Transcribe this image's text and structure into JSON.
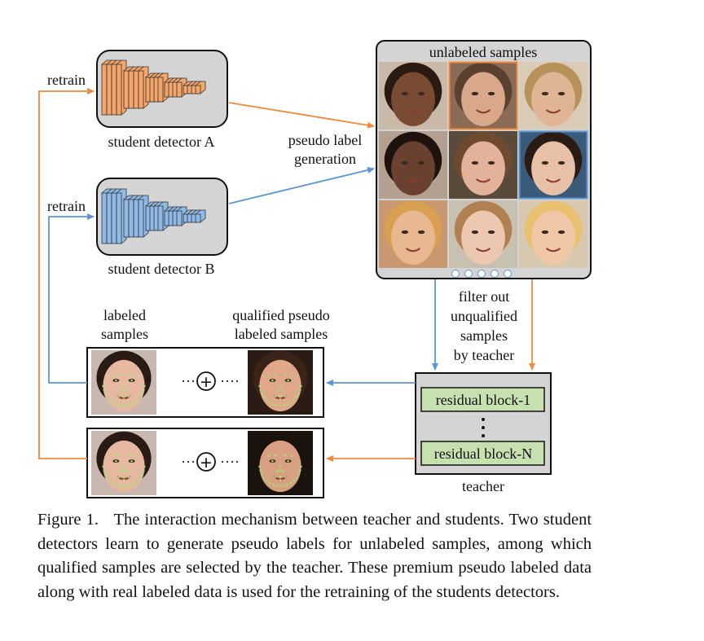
{
  "labels": {
    "student_a": "student detector A",
    "student_b": "student detector B",
    "retrain_top": "retrain",
    "retrain_bottom": "retrain",
    "pseudo_line1": "pseudo label",
    "pseudo_line2": "generation",
    "unlabeled": "unlabeled samples",
    "filter_line1": "filter out",
    "filter_line2": "unqualified",
    "filter_line3": "samples",
    "filter_line4": "by teacher",
    "labeled_line1": "labeled",
    "labeled_line2": "samples",
    "qualified_line1": "qualified pseudo",
    "qualified_line2": "labeled samples",
    "residual_1": "residual block-1",
    "residual_n": "residual block-N",
    "teacher": "teacher",
    "dots": "····",
    "plus": "+"
  },
  "caption": {
    "figure_label": "Figure 1.",
    "text": "The interaction mechanism between teacher and students. Two student detectors learn to generate pseudo labels for unlabeled samples, among which qualified samples are selected by the teacher. These premium pseudo labeled data along with real labeled data is used for the retraining of the students detectors."
  },
  "colors": {
    "orange": "#f08a3c",
    "blue": "#5b95d2",
    "block_orange": "#f5a56a",
    "block_blue": "#8fb9e6",
    "gray_panel": "#d4d4d4",
    "residual_green": "#c6e0b0"
  }
}
